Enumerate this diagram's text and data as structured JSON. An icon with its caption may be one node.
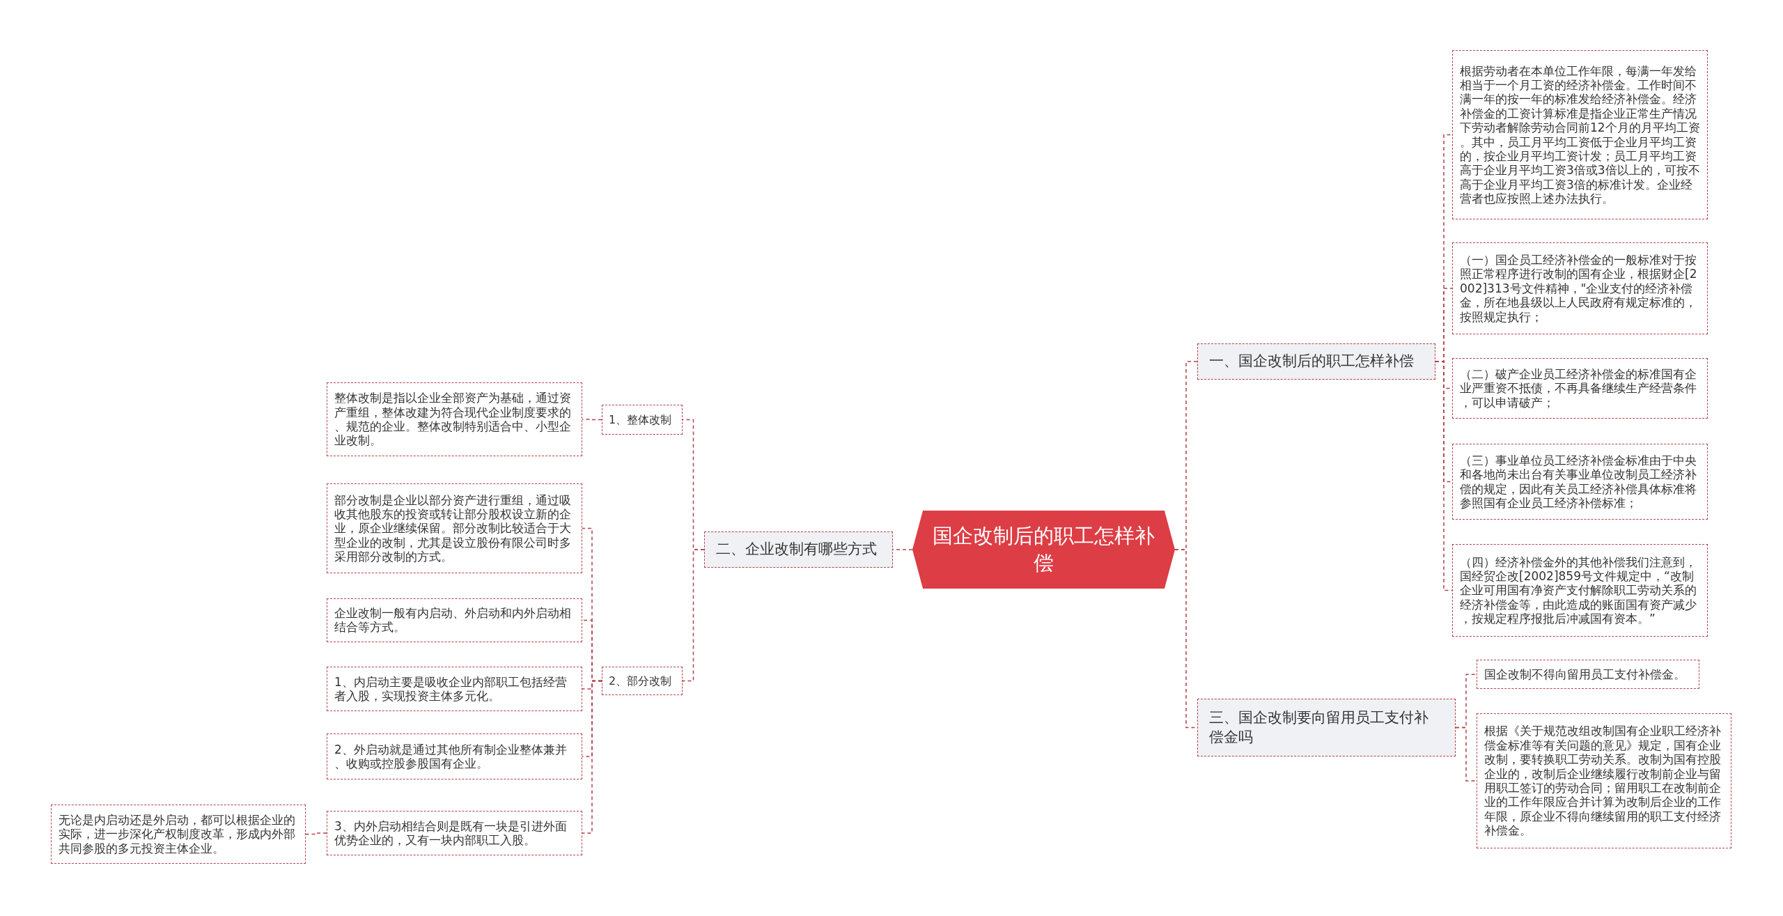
{
  "diagram": {
    "nodes": [
      {
        "text": [
          "国企改制后的职工怎样补偿"
        ]
      },
      {
        "text": [
          "一、国企改制后的职工怎样补偿"
        ]
      },
      {
        "text": [
          "根据劳动者在本单位工作年限，每满一年发给相当于一个月工资的经济补偿金。工作时间不满一年的按一年的标准发给经济补偿金。经济补偿金的工资计算标准是指企业正常生产情况下劳动者解除劳动合同前12个月的月平均工资。其中，员工月平均工资低于企业月平均工资的，按企业月平均工资计发；员工月平均工资高于企业月平均工资3倍或3倍以上的，可按不高于企业月平均工资3倍的标准计发。企业经营者也应按照上述办法执行。"
        ]
      },
      {
        "text": [
          "（一）国企员工经济补偿金的一般标准对于按照正常程序进行改制的国有企业，根据财企[2002]313号文件精神，\"企业支付的经济补偿金，所在地县级以上人民政府有规定标准的，按照规定执行；"
        ]
      },
      {
        "text": [
          "（二）破产企业员工经济补偿金的标准国有企业严重资不抵债，不再具备继续生产经营条件，可以申请破产；"
        ]
      },
      {
        "text": [
          "（三）事业单位员工经济补偿金标准由于中央和各地尚未出台有关事业单位改制员工经济补偿的规定，因此有关员工经济补偿具体标准将参照国有企业员工经济补偿标准；"
        ]
      },
      {
        "text": [
          "（四）经济补偿金外的其他补偿我们注意到，国经贸企改[2002]859号文件规定中，“改制企业可用国有净资产支付解除职工劳动关系的经济补偿金等，由此造成的账面国有资产减少，按规定程序报批后冲减国有资本。”"
        ]
      },
      {
        "text": [
          "三、国企改制要向留用员工支付补偿金吗"
        ]
      },
      {
        "text": [
          "国企改制不得向留用员工支付补偿金。"
        ]
      },
      {
        "text": [
          "根据《关于规范改组改制国有企业职工经济补偿金标准等有关问题的意见》规定，国有企业改制，要转换职工劳动关系。改制为国有控股企业的，改制后企业继续履行改制前企业与留用职工签订的劳动合同；留用职工在改制前企业的工作年限应合并计算为改制后企业的工作年限，原企业不得向继续留用的职工支付经济补偿金。"
        ]
      },
      {
        "text": [
          "二、企业改制有哪些方式"
        ]
      },
      {
        "text": [
          "1、整体改制"
        ]
      },
      {
        "text": [
          "整体改制是指以企业全部资产为基础，通过资产重组，整体改建为符合现代企业制度要求的、规范的企业。整体改制特别适合中、小型企业改制。"
        ]
      },
      {
        "text": [
          "2、部分改制"
        ]
      },
      {
        "text": [
          "部分改制是企业以部分资产进行重组，通过吸收其他股东的投资或转让部分股权设立新的企业，原企业继续保留。部分改制比较适合于大型企业的改制，尤其是设立股份有限公司时多采用部分改制的方式。"
        ]
      },
      {
        "text": [
          "企业改制一般有内启动、外启动和内外启动相结合等方式。"
        ]
      },
      {
        "text": [
          "1、内启动主要是吸收企业内部职工包括经营者入股，实现投资主体多元化。"
        ]
      },
      {
        "text": [
          "2、外启动就是通过其他所有制企业整体兼并、收购或控股参股国有企业。"
        ]
      },
      {
        "text": [
          "3、内外启动相结合则是既有一块是引进外面优势企业的，又有一块内部职工入股。"
        ]
      },
      {
        "text": [
          "无论是内启动还是外启动，都可以根据企业的实际，进一步深化产权制度改革，形成内外部共同参股的多元投资主体企业。"
        ]
      }
    ],
    "edges": [
      {
        "from": 0,
        "to": 1,
        "arrow": "none"
      },
      {
        "from": 0,
        "to": 7,
        "arrow": "none"
      },
      {
        "from": 0,
        "to": 10,
        "arrow": "none"
      },
      {
        "from": 1,
        "to": 2,
        "arrow": "none"
      },
      {
        "from": 1,
        "to": 3,
        "arrow": "none"
      },
      {
        "from": 1,
        "to": 4,
        "arrow": "none"
      },
      {
        "from": 1,
        "to": 5,
        "arrow": "none"
      },
      {
        "from": 1,
        "to": 6,
        "arrow": "none"
      },
      {
        "from": 7,
        "to": 8,
        "arrow": "none"
      },
      {
        "from": 7,
        "to": 9,
        "arrow": "none"
      },
      {
        "from": 10,
        "to": 11,
        "arrow": "none"
      },
      {
        "from": 10,
        "to": 13,
        "arrow": "none"
      },
      {
        "from": 11,
        "to": 12,
        "arrow": "none"
      },
      {
        "from": 13,
        "to": 14,
        "arrow": "none"
      },
      {
        "from": 13,
        "to": 15,
        "arrow": "none"
      },
      {
        "from": 13,
        "to": 16,
        "arrow": "none"
      },
      {
        "from": 13,
        "to": 17,
        "arrow": "none"
      },
      {
        "from": 13,
        "to": 18,
        "arrow": "none"
      },
      {
        "from": 18,
        "to": 19,
        "arrow": "none"
      }
    ]
  }
}
